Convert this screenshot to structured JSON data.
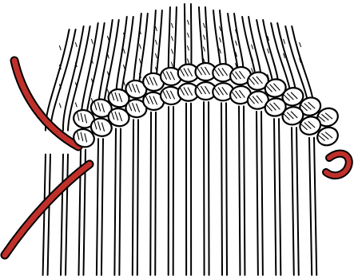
{
  "illustration": {
    "subject": "macrame-knot-diagram",
    "cords": {
      "vertical_cord_count": 16,
      "vertical_cord_color": "#000000",
      "vertical_cord_fill": "#ffffff"
    },
    "knots": {
      "rows": 2,
      "upper_row_count": 15,
      "lower_row_count": 15,
      "knot_fill": "#ffffff",
      "knot_outline": "#000000"
    },
    "holding_cord": {
      "color": "#c0302b",
      "outline": "#000000"
    },
    "background": "#ffffff"
  }
}
